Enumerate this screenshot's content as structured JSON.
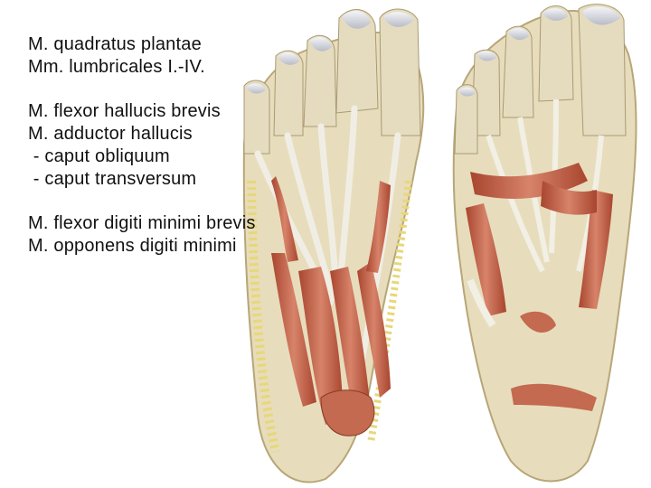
{
  "labels": {
    "group1": [
      "M. quadratus plantae",
      "Mm. lumbricales I.-IV."
    ],
    "group2": [
      "M. flexor hallucis brevis",
      "M. adductor hallucis",
      " - caput obliquum",
      " - caput transversum"
    ],
    "group3": [
      "M. flexor digiti minimi brevis",
      "M. opponens digiti minimi"
    ]
  },
  "colors": {
    "muscle": "#b9553c",
    "muscle_light": "#d98a6c",
    "tendon": "#e9e6d6",
    "bone": "#e8dfc4",
    "nail": "#d6d8de",
    "fat": "#ece08e"
  }
}
